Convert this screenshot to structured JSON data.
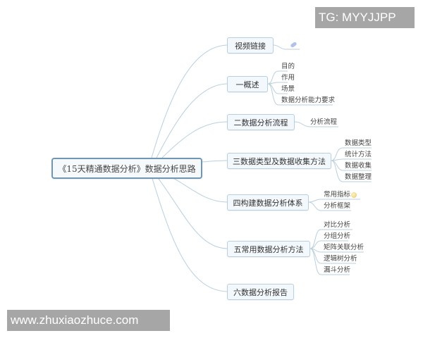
{
  "root": {
    "label": "《15天精通数据分析》数据分析思路"
  },
  "branches": [
    {
      "label": "视频链接",
      "children": [],
      "icon": "attachment-pin-icon"
    },
    {
      "label": "一概述",
      "children": [
        "目的",
        "作用",
        "场景",
        "数据分析能力要求"
      ]
    },
    {
      "label": "二数据分析流程",
      "children": [
        "分析流程"
      ]
    },
    {
      "label": "三数据类型及数据收集方法",
      "children": [
        "数据类型",
        "统计方法",
        "数据收集",
        "数据整理"
      ]
    },
    {
      "label": "四构建数据分析体系",
      "children": [
        "常用指标",
        "分析框架"
      ],
      "child_icon": "star-note-icon"
    },
    {
      "label": "五常用数据分析方法",
      "children": [
        "对比分析",
        "分组分析",
        "矩阵关联分析",
        "逻辑树分析",
        "漏斗分析"
      ]
    },
    {
      "label": "六数据分析报告",
      "children": []
    }
  ],
  "watermarks": {
    "top_right": "TG: MYYJJPP",
    "bottom_left": "www.zhuxiaozhuce.com"
  },
  "colors": {
    "link": "#b9cfdd",
    "node_border": "#b7cfe0",
    "root_border": "#6f96b5",
    "badge_bg": "#a6a6a6"
  }
}
